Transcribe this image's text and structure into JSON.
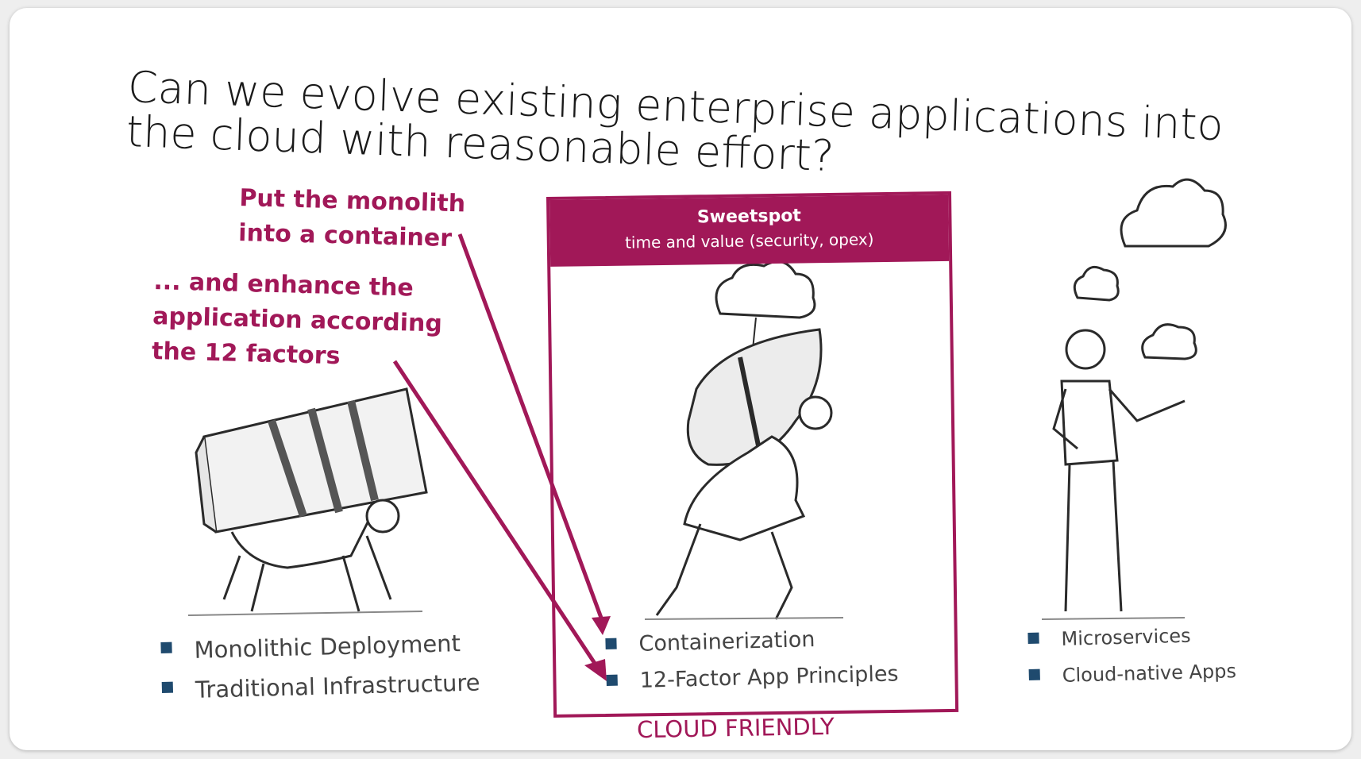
{
  "slide": {
    "title": "Can we evolve existing enterprise applications into the cloud with reasonable effort?",
    "callout1": [
      "Put the monolith",
      "into a container"
    ],
    "callout2": [
      "... and enhance the",
      "application according",
      "the 12 factors"
    ],
    "left_list": [
      "Monolithic Deployment",
      "Traditional Infrastructure"
    ],
    "sweetspot": {
      "title": "Sweetspot",
      "subtitle": "time and value (security, opex)",
      "items": [
        "Containerization",
        "12-Factor App Principles"
      ]
    },
    "right_list": [
      "Microservices",
      "Cloud-native Apps"
    ],
    "footer_label": "CLOUD FRIENDLY"
  },
  "colors": {
    "accent": "#a11858",
    "bullet": "#1f4a6e",
    "text": "#444444"
  },
  "icons": [
    "cloud-icon",
    "arrow-icon",
    "bullet-square-icon"
  ]
}
